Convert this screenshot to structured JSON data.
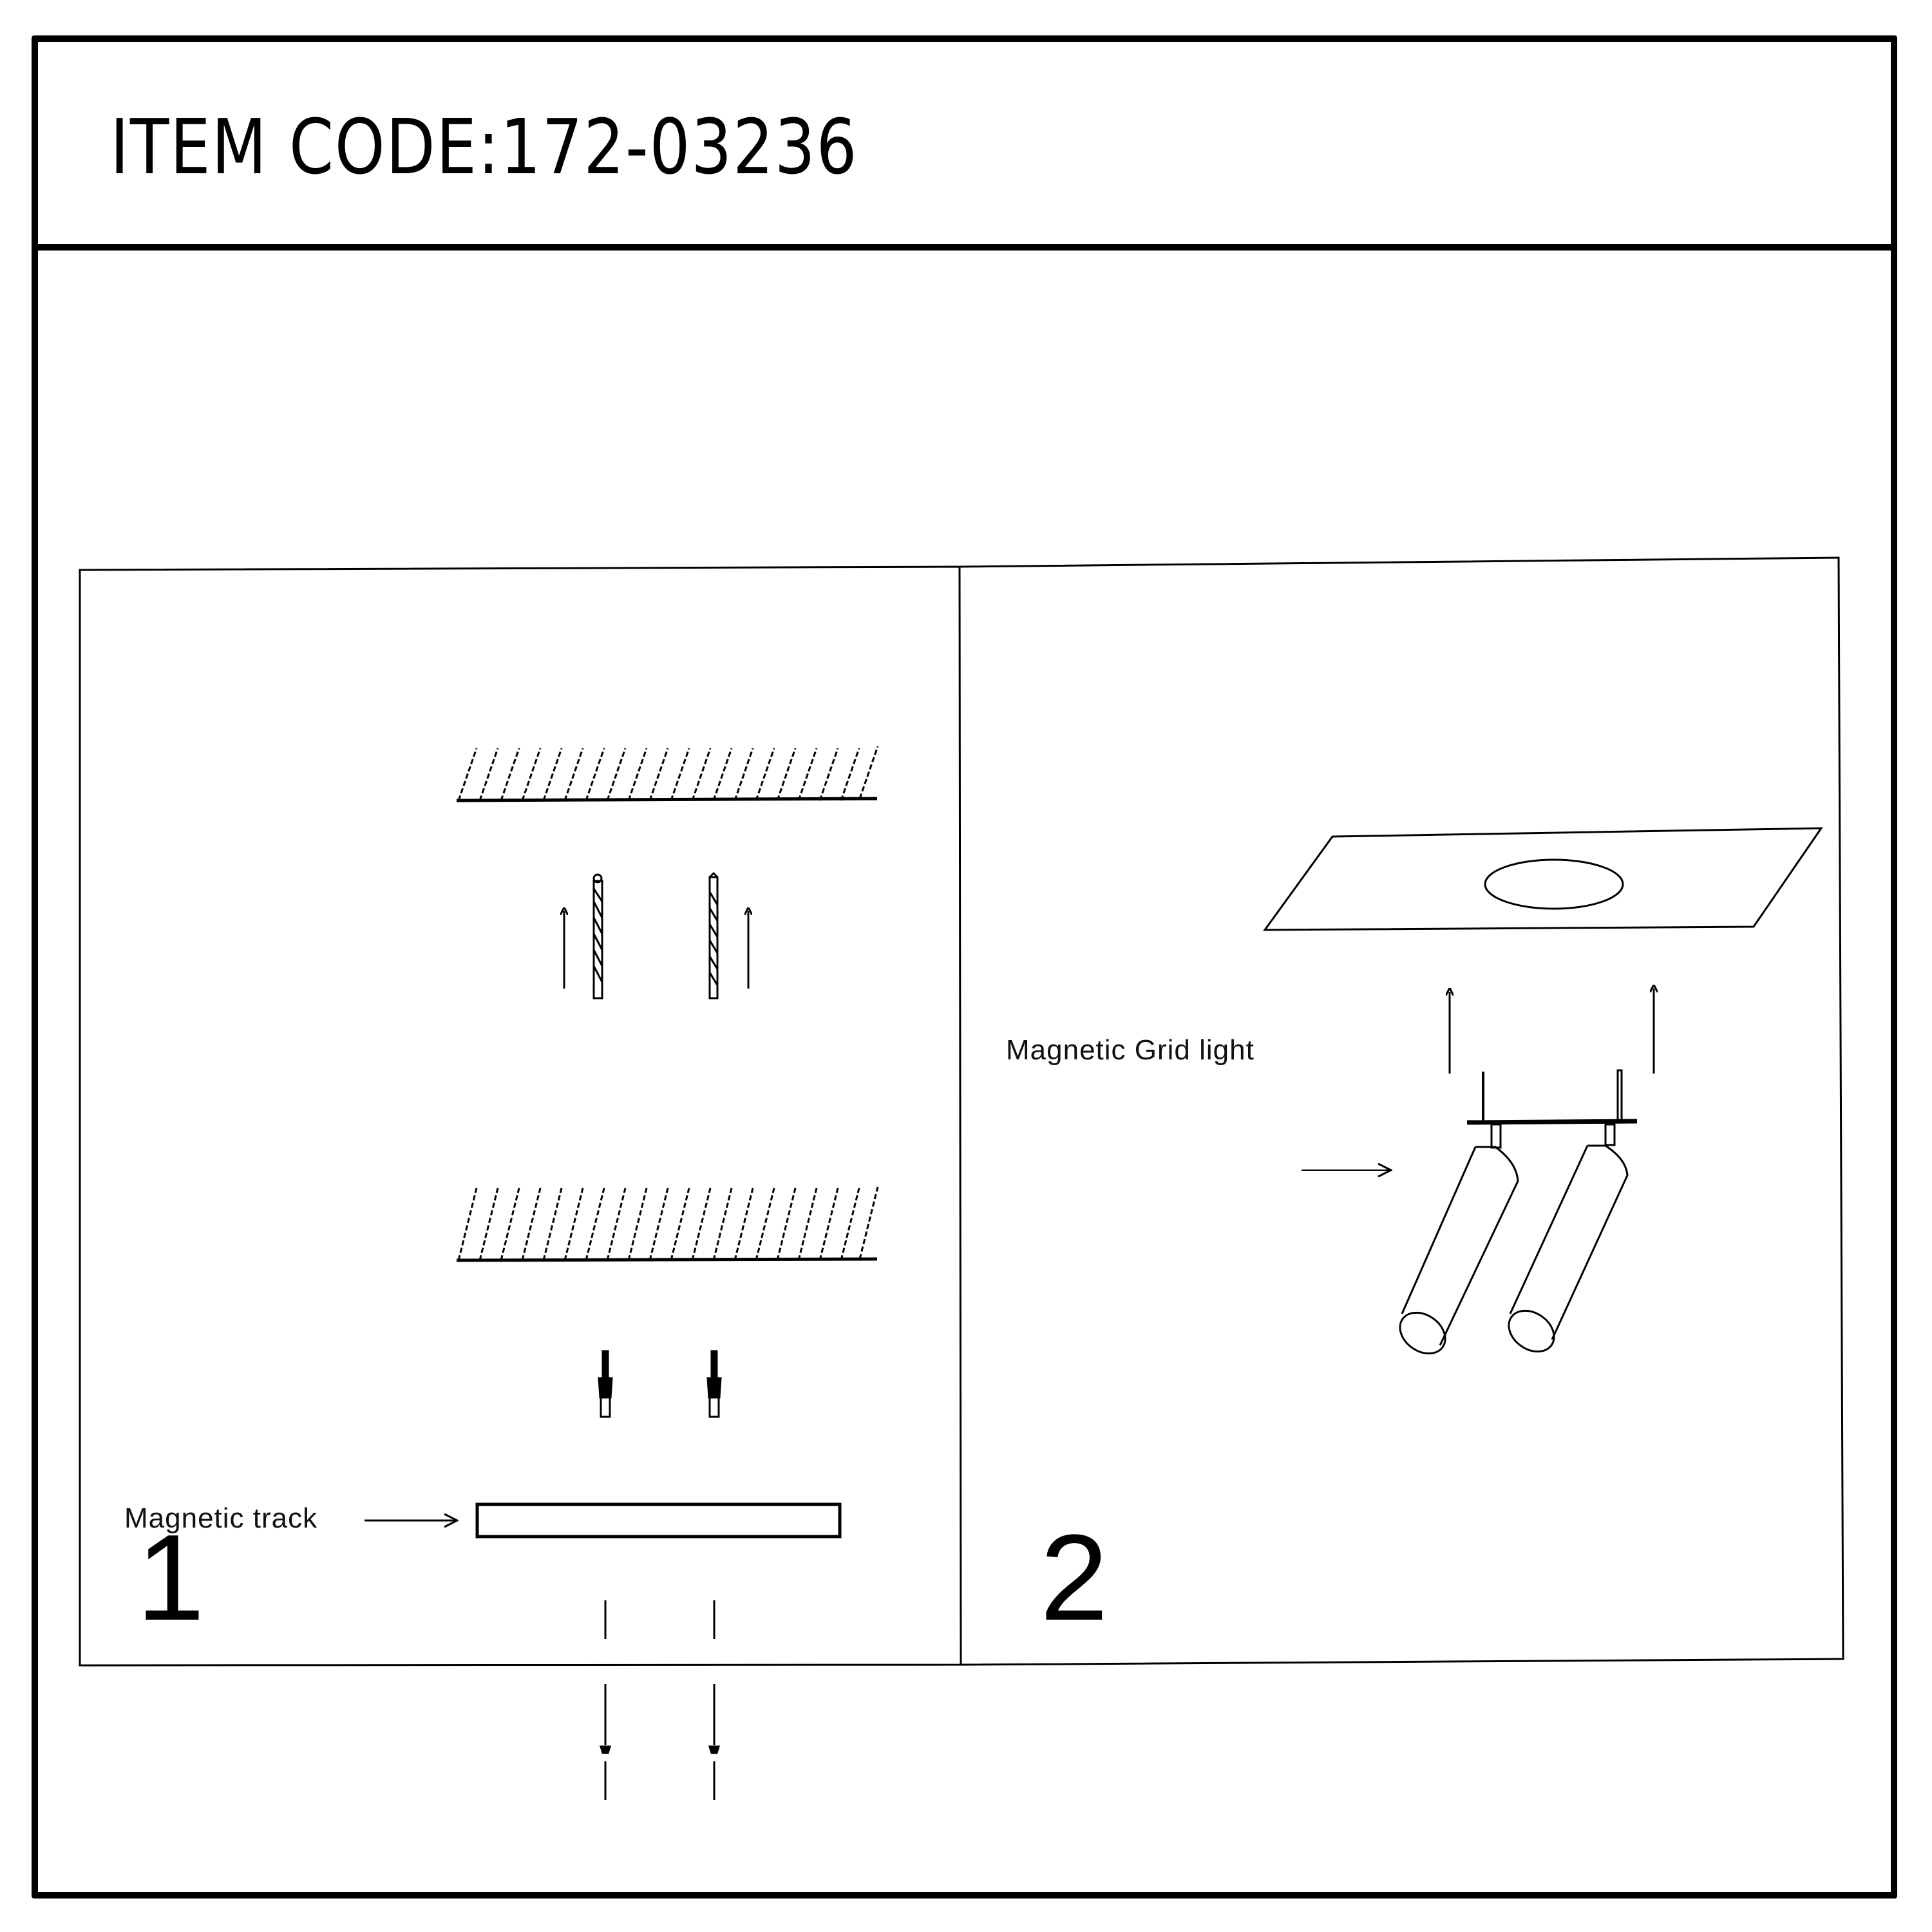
{
  "header": {
    "item_code": "ITEM CODE:172-03236"
  },
  "steps": [
    {
      "number": "1",
      "labels": {
        "track": "Magnetic track"
      },
      "parts": [
        "ceiling-hatch",
        "drill-bit",
        "drill-bit",
        "up-arrow",
        "up-arrow",
        "ceiling-hatch",
        "wall-anchor",
        "wall-anchor",
        "magnetic-track",
        "screw",
        "screw"
      ]
    },
    {
      "number": "2",
      "labels": {
        "light": "Magnetic Grid light"
      },
      "parts": [
        "ceiling-panel",
        "ceiling-opening",
        "up-arrow",
        "up-arrow",
        "mounting-bar",
        "spotlight-cylinder",
        "spotlight-cylinder"
      ]
    }
  ],
  "colors": {
    "line": "#000000",
    "background": "#ffffff"
  }
}
